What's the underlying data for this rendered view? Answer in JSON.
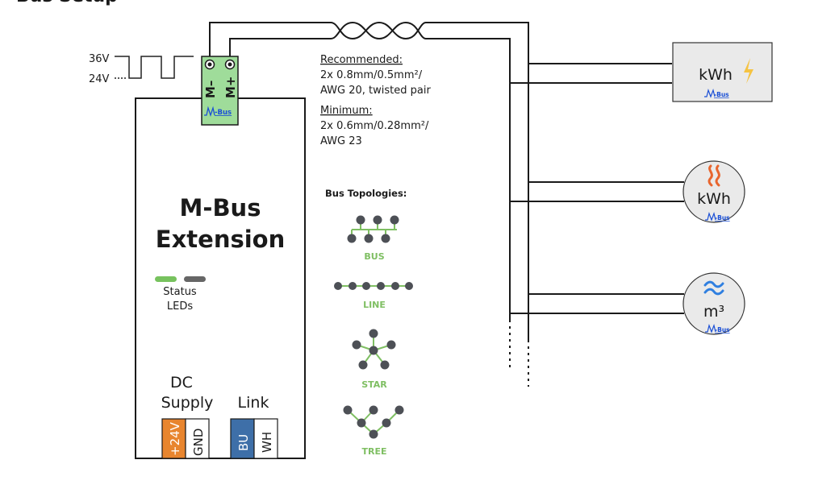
{
  "heading_fragment": "Bus Setup",
  "voltage_signal": {
    "high_label": "36V",
    "low_label": "24V"
  },
  "connector": {
    "terminals": [
      {
        "label": "M–"
      },
      {
        "label": "M+"
      }
    ],
    "logo": "-Bus",
    "color": "#9fdc9a"
  },
  "device": {
    "title_line1": "M-Bus",
    "title_line2": "Extension",
    "status_label_line1": "Status",
    "status_label_line2": "LEDs",
    "leds": [
      {
        "color": "#77c25e"
      },
      {
        "color": "#666666"
      }
    ],
    "dc_supply_label_line1": "DC",
    "dc_supply_label_line2": "Supply",
    "link_label": "Link",
    "terminals": [
      {
        "label": "+24V",
        "bg": "#e8852e",
        "fg": "#ffffff"
      },
      {
        "label": "GND",
        "bg": "#ffffff",
        "fg": "#1a1a1a"
      },
      {
        "label": "BU",
        "bg": "#3e6fa8",
        "fg": "#ffffff"
      },
      {
        "label": "WH",
        "bg": "#ffffff",
        "fg": "#1a1a1a"
      }
    ]
  },
  "cable": {
    "recommended_heading": "Recommended:",
    "recommended_line1": "2x 0.8mm/0.5mm²/",
    "recommended_line2": "AWG 20, twisted pair",
    "minimum_heading": "Minimum:",
    "minimum_line1": "2x 0.6mm/0.28mm²/",
    "minimum_line2": "AWG 23"
  },
  "topologies": {
    "heading": "Bus Topologies:",
    "label_color": "#7fbf63",
    "link_color": "#7fbf63",
    "node_color": "#4d5056",
    "items": [
      {
        "label": "BUS"
      },
      {
        "label": "LINE"
      },
      {
        "label": "STAR"
      },
      {
        "label": "TREE"
      }
    ]
  },
  "meters": [
    {
      "type": "electricity",
      "unit": "kWh",
      "shape": "box",
      "icon": "lightning-icon",
      "icon_color": "#f5c342",
      "logo": "-Bus"
    },
    {
      "type": "heat",
      "unit": "kWh",
      "shape": "circle",
      "icon": "heat-wave-icon",
      "icon_color": "#e8652e",
      "logo": "-Bus"
    },
    {
      "type": "water",
      "unit": "m³",
      "shape": "circle",
      "icon": "water-wave-icon",
      "icon_color": "#2f7fe0",
      "logo": "-Bus"
    }
  ]
}
